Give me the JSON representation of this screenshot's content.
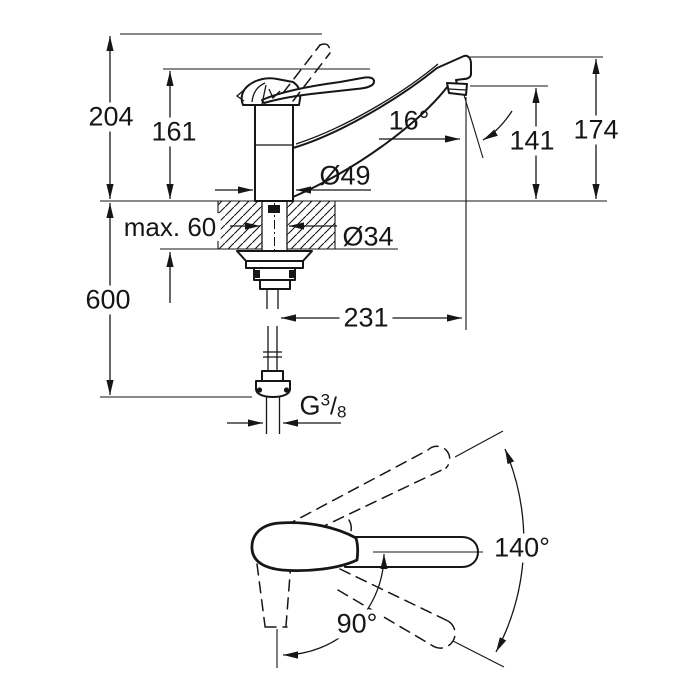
{
  "page": {
    "type": "technical dimension drawing",
    "product": "single-lever kitchen sink mixer tap",
    "units": "mm",
    "background": "#ffffff",
    "line_color": "#161616"
  },
  "dimensions": {
    "overall_height": "204",
    "lever_height": "161",
    "spout_top_height": "174",
    "spout_outlet_height": "141",
    "spray_angle": "16°",
    "base_diameter": "Ø49",
    "mounting_hole_diameter": "Ø34",
    "max_deck_thickness": "max. 60",
    "supply_hose_length": "600",
    "spout_reach": "231",
    "swivel_range": "140°",
    "lever_swing": "90°",
    "thread": {
      "g": "G",
      "numerator": "3",
      "slash": "/",
      "denominator": "8"
    }
  }
}
